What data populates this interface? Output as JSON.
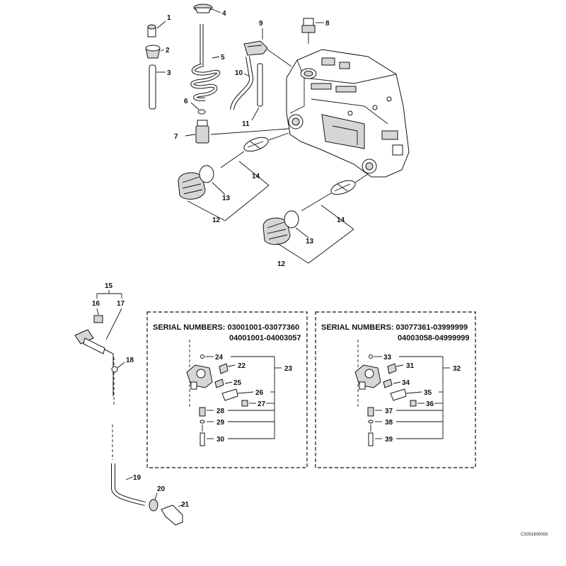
{
  "callouts": {
    "c1": "1",
    "c2": "2",
    "c3": "3",
    "c4": "4",
    "c5": "5",
    "c6": "6",
    "c7": "7",
    "c8": "8",
    "c9": "9",
    "c10": "10",
    "c11": "11",
    "c12a": "12",
    "c12b": "12",
    "c13a": "13",
    "c13b": "13",
    "c14a": "14",
    "c14b": "14",
    "c15": "15",
    "c16": "16",
    "c17": "17",
    "c18": "18",
    "c19": "19",
    "c20": "20",
    "c21": "21",
    "c22": "22",
    "c23": "23",
    "c24": "24",
    "c25": "25",
    "c26": "26",
    "c27": "27",
    "c28": "28",
    "c29": "29",
    "c30": "30",
    "c31": "31",
    "c32": "32",
    "c33": "33",
    "c34": "34",
    "c35": "35",
    "c36": "36",
    "c37": "37",
    "c38": "38",
    "c39": "39"
  },
  "box_left": {
    "line1": "SERIAL NUMBERS:  03001001-03077360",
    "line2": "04001001-04003057"
  },
  "box_right": {
    "line1": "SERIAL NUMBERS:  03077361-03999999",
    "line2": "04003058-04999999"
  },
  "figure_code": "CS001600000"
}
